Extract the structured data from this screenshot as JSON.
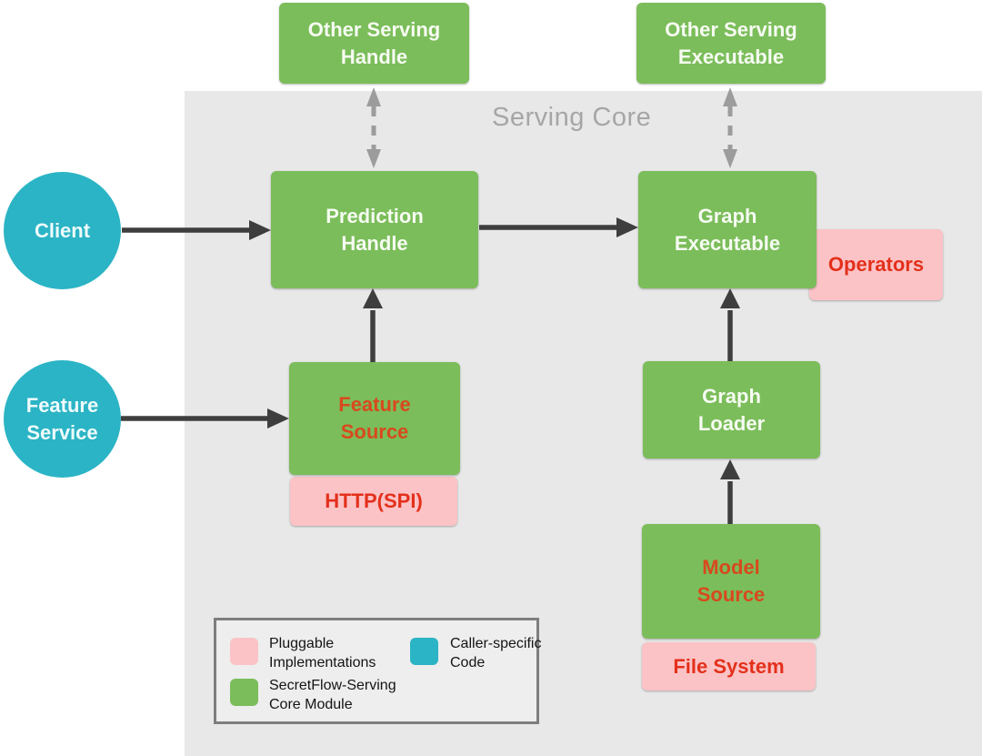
{
  "title": "Serving Core",
  "colors": {
    "core_module_green": "#7BBD5A",
    "pluggable_pink": "#FBC3C6",
    "caller_specific_teal": "#2BB4C5",
    "core_background_gray": "#E8E8E8",
    "red_label": "#E3301B",
    "orange_label": "#D8491E",
    "arrow_dark": "#3E3E3E",
    "arrow_dashed_gray": "#9C9C9C",
    "title_gray": "#A6A6A6"
  },
  "external_nodes": {
    "other_serving_handle": {
      "lines": [
        "Other Serving",
        "Handle"
      ]
    },
    "other_serving_executable": {
      "lines": [
        "Other Serving",
        "Executable"
      ]
    },
    "client": {
      "label": "Client"
    },
    "feature_service": {
      "lines": [
        "Feature",
        "Service"
      ]
    }
  },
  "core_nodes": {
    "prediction_handle": {
      "lines": [
        "Prediction",
        "Handle"
      ]
    },
    "graph_executable": {
      "lines": [
        "Graph",
        "Executable"
      ]
    },
    "feature_source": {
      "lines": [
        "Feature",
        "Source"
      ]
    },
    "graph_loader": {
      "lines": [
        "Graph",
        "Loader"
      ]
    },
    "model_source": {
      "lines": [
        "Model",
        "Source"
      ]
    },
    "operators": {
      "label": "Operators"
    },
    "http_spi": {
      "label": "HTTP(SPI)"
    },
    "file_system": {
      "label": "File System"
    }
  },
  "legend": {
    "items": [
      {
        "swatch": "pluggable_pink",
        "lines": [
          "Pluggable",
          "Implementations"
        ]
      },
      {
        "swatch": "caller_specific_teal",
        "lines": [
          "Caller-specific",
          "Code"
        ]
      },
      {
        "swatch": "core_module_green",
        "lines": [
          "SecretFlow-Serving",
          "Core Module"
        ]
      }
    ]
  }
}
